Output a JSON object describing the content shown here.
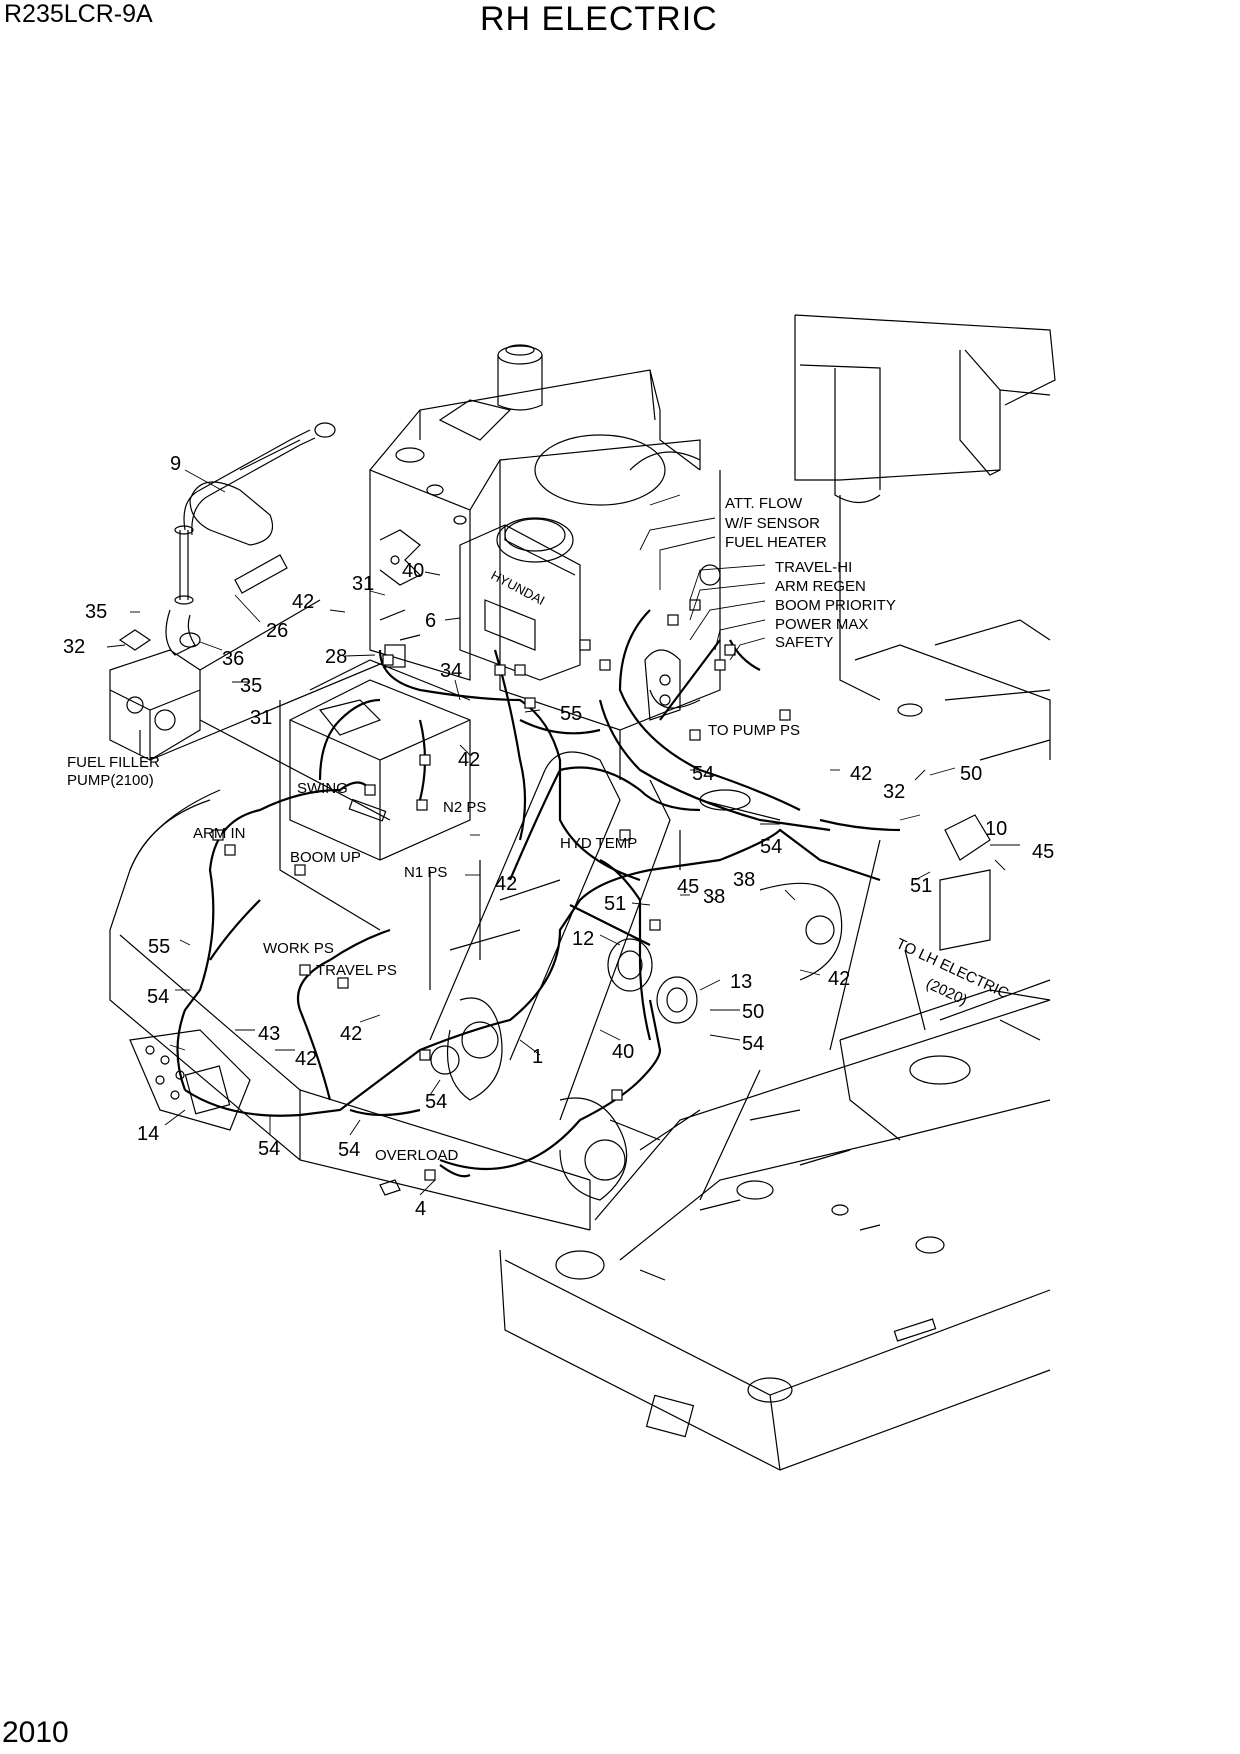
{
  "header": {
    "model": "R235LCR-9A",
    "title": "RH ELECTRIC",
    "page_number": "2010"
  },
  "part_numbers": [
    "9",
    "35",
    "32",
    "31",
    "42",
    "26",
    "36",
    "35",
    "31",
    "28",
    "40",
    "6",
    "34",
    "42",
    "55",
    "42",
    "54",
    "42",
    "50",
    "32",
    "10",
    "45",
    "54",
    "51",
    "38",
    "45",
    "38",
    "51",
    "12",
    "13",
    "42",
    "50",
    "54",
    "40",
    "1",
    "42",
    "54",
    "43",
    "42",
    "54",
    "14",
    "54",
    "54",
    "4",
    "55"
  ],
  "connector_labels": [
    "ATT. FLOW",
    "W/F SENSOR",
    "FUEL HEATER",
    "TRAVEL-HI",
    "ARM REGEN",
    "BOOM PRIORITY",
    "POWER MAX",
    "SAFETY",
    "TO PUMP PS",
    "SWING",
    "N2 PS",
    "ARM IN",
    "BOOM UP",
    "N1 PS",
    "HYD TEMP",
    "WORK PS",
    "TRAVEL PS",
    "OVERLOAD",
    "TO LH ELECTRIC",
    "(2020)",
    "FUEL FILLER",
    "PUMP(2100)"
  ],
  "brand_text": "HYUNDAI"
}
